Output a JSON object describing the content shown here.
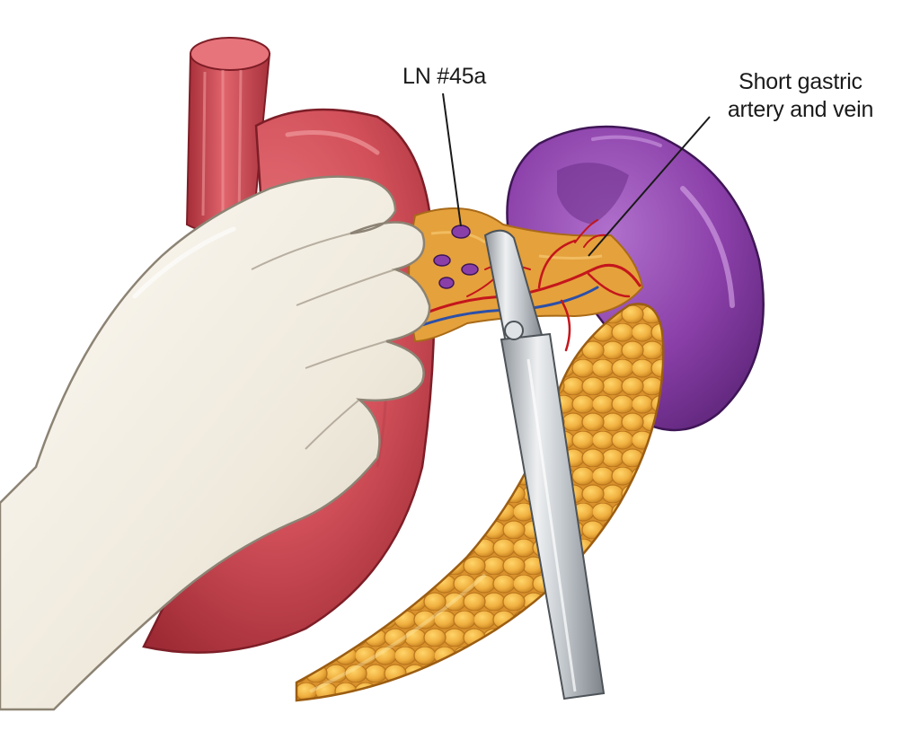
{
  "labels": {
    "lymph_node": "LN #45a",
    "short_gastric_line1": "Short gastric",
    "short_gastric_line2": "artery and vein"
  },
  "colors": {
    "stomach": "#d2505a",
    "esophagus": "#c9424d",
    "pancreas": "#e8a43a",
    "spleen": "#8a3fa8",
    "glove": "#f3efe6",
    "instrument": "#b9bec4",
    "lymph_node": "#8a3fa8",
    "artery": "#c4161c",
    "vein": "#2c4fa8",
    "fat": "#e5a13c"
  }
}
